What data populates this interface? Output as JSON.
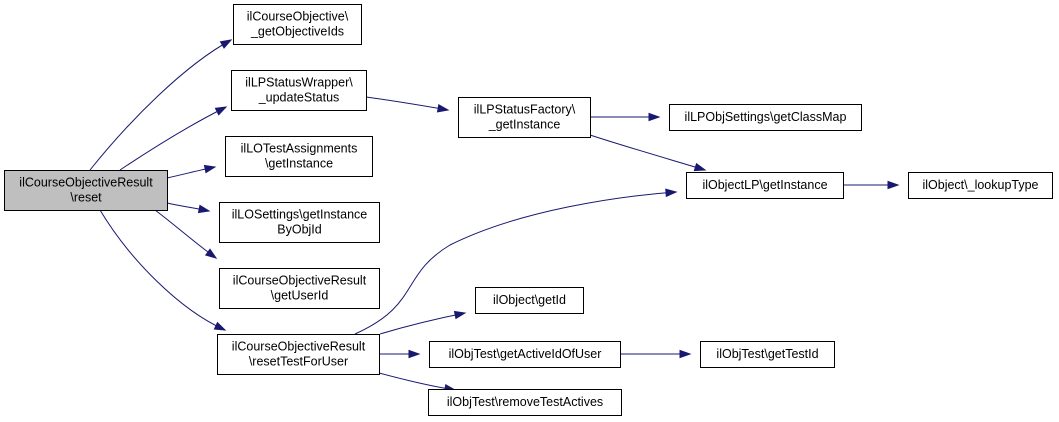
{
  "diagram": {
    "colors": {
      "edge": "#191970",
      "root_fill": "#bfbfbf",
      "node_fill": "#ffffff",
      "border": "#000000"
    },
    "nodes": [
      {
        "id": "root",
        "lines": [
          "ilCourseObjectiveResult",
          "\\reset"
        ],
        "root": true
      },
      {
        "id": "getObjectiveIds",
        "lines": [
          "ilCourseObjective\\",
          "_getObjectiveIds"
        ]
      },
      {
        "id": "updateStatus",
        "lines": [
          "ilLPStatusWrapper\\",
          "_updateStatus"
        ]
      },
      {
        "id": "loTestAssignments",
        "lines": [
          "ilLOTestAssignments",
          "\\getInstance"
        ]
      },
      {
        "id": "loSettings",
        "lines": [
          "ilLOSettings\\getInstance",
          "ByObjId"
        ]
      },
      {
        "id": "getUserId",
        "lines": [
          "ilCourseObjectiveResult",
          "\\getUserId"
        ]
      },
      {
        "id": "resetTestForUser",
        "lines": [
          "ilCourseObjectiveResult",
          "\\resetTestForUser"
        ]
      },
      {
        "id": "lpStatusFactory",
        "lines": [
          "ilLPStatusFactory\\",
          "_getInstance"
        ]
      },
      {
        "id": "getClassMap",
        "lines": [
          "ilLPObjSettings\\getClassMap"
        ]
      },
      {
        "id": "objectLP",
        "lines": [
          "ilObjectLP\\getInstance"
        ]
      },
      {
        "id": "lookupType",
        "lines": [
          "ilObject\\_lookupType"
        ]
      },
      {
        "id": "getId",
        "lines": [
          "ilObject\\getId"
        ]
      },
      {
        "id": "getActiveId",
        "lines": [
          "ilObjTest\\getActiveIdOfUser"
        ]
      },
      {
        "id": "getTestId",
        "lines": [
          "ilObjTest\\getTestId"
        ]
      },
      {
        "id": "removeTestActives",
        "lines": [
          "ilObjTest\\removeTestActives"
        ]
      }
    ],
    "edges": [
      [
        "root",
        "getObjectiveIds"
      ],
      [
        "root",
        "updateStatus"
      ],
      [
        "root",
        "loTestAssignments"
      ],
      [
        "root",
        "loSettings"
      ],
      [
        "root",
        "getUserId"
      ],
      [
        "root",
        "resetTestForUser"
      ],
      [
        "updateStatus",
        "lpStatusFactory"
      ],
      [
        "lpStatusFactory",
        "getClassMap"
      ],
      [
        "lpStatusFactory",
        "objectLP"
      ],
      [
        "objectLP",
        "lookupType"
      ],
      [
        "resetTestForUser",
        "objectLP"
      ],
      [
        "resetTestForUser",
        "getId"
      ],
      [
        "resetTestForUser",
        "getActiveId"
      ],
      [
        "resetTestForUser",
        "removeTestActives"
      ],
      [
        "getActiveId",
        "getTestId"
      ]
    ]
  }
}
